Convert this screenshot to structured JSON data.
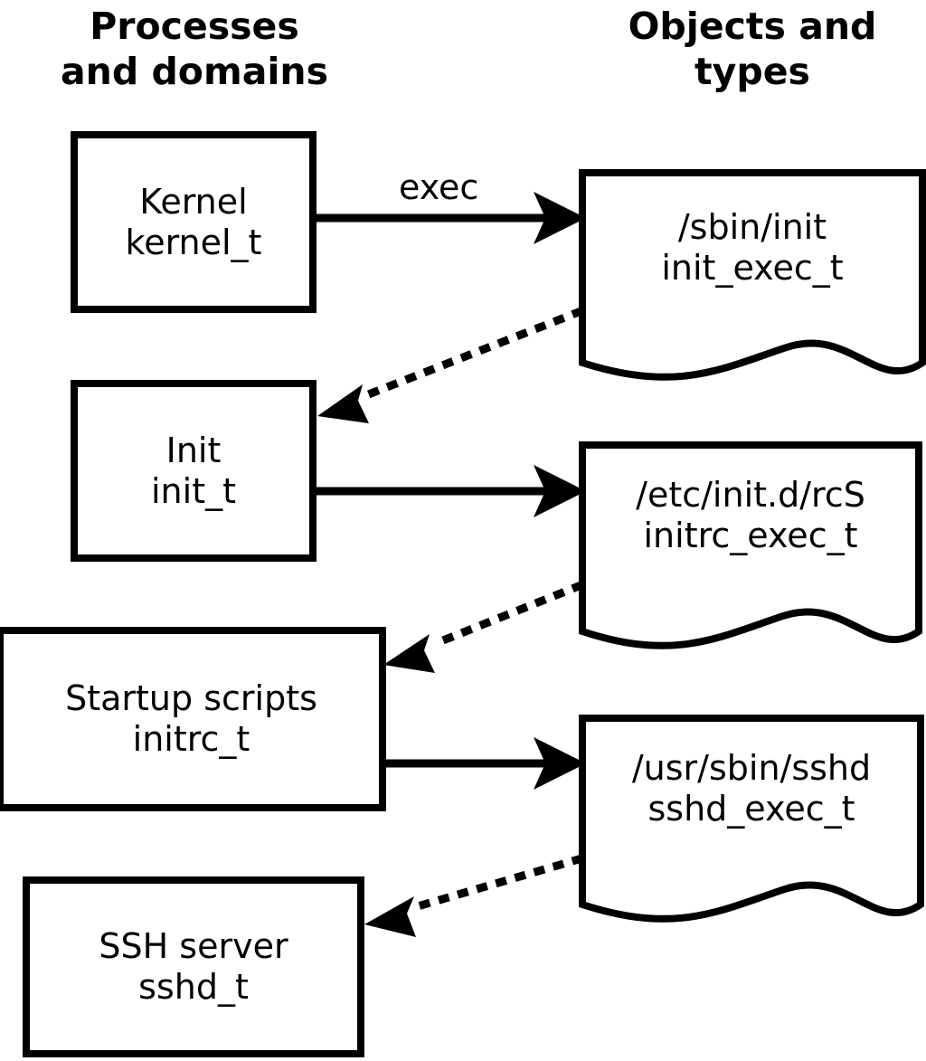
{
  "headers": {
    "left": "Processes\nand domains",
    "right": "Objects and\ntypes"
  },
  "process_boxes": [
    {
      "id": "kernel",
      "name": "Kernel",
      "type": "kernel_t"
    },
    {
      "id": "init",
      "name": "Init",
      "type": "init_t"
    },
    {
      "id": "initrc",
      "name": "Startup scripts",
      "type": "initrc_t"
    },
    {
      "id": "sshd",
      "name": "SSH server",
      "type": "sshd_t"
    }
  ],
  "object_docs": [
    {
      "id": "init-exec",
      "path": "/sbin/init",
      "type": "init_exec_t"
    },
    {
      "id": "initrc-exec",
      "path": "/etc/init.d/rcS",
      "type": "initrc_exec_t"
    },
    {
      "id": "sshd-exec",
      "path": "/usr/sbin/sshd",
      "type": "sshd_exec_t"
    }
  ],
  "edges": {
    "exec_label": "exec"
  },
  "colors": {
    "stroke": "#000000",
    "fill": "#ffffff"
  }
}
